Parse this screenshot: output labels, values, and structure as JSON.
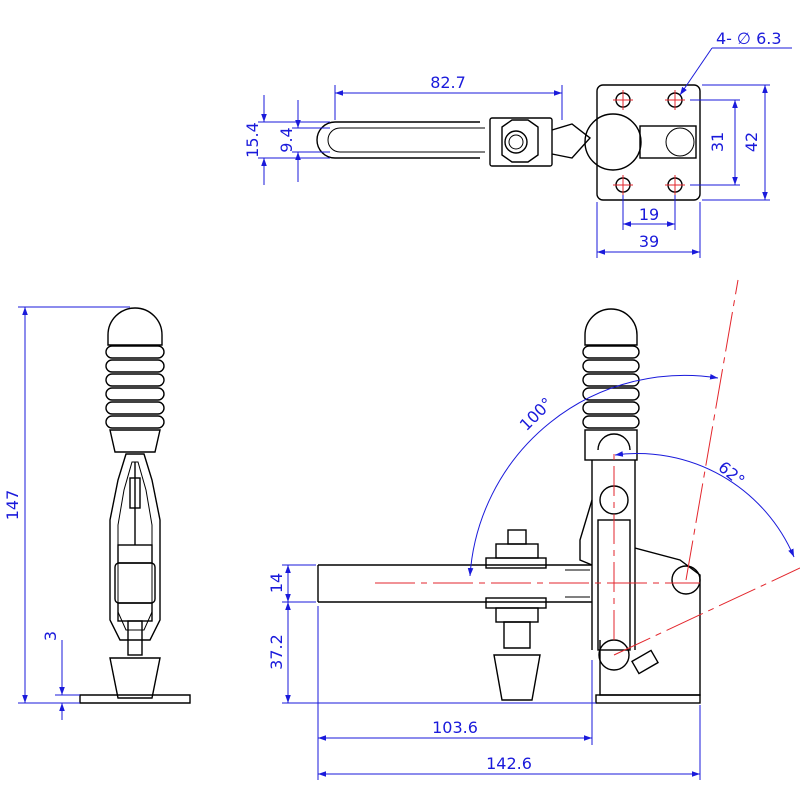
{
  "drawing": {
    "top_view": {
      "arm_length": "82.7",
      "hole_callout": "4- ∅ 6.3",
      "bar_height": "9.4",
      "bar_slot": "15.4",
      "hole_spacing_vertical": "31",
      "base_height": "42",
      "hole_spacing_horizontal": "19",
      "base_width": "39"
    },
    "front_view": {
      "overall_height": "147",
      "base_thickness": "3"
    },
    "side_view": {
      "open_angle": "100°",
      "handle_angle": "62°",
      "bar_thickness": "14",
      "bar_height_from_base": "37.2",
      "arm_reach": "103.6",
      "overall_length": "142.6"
    }
  }
}
